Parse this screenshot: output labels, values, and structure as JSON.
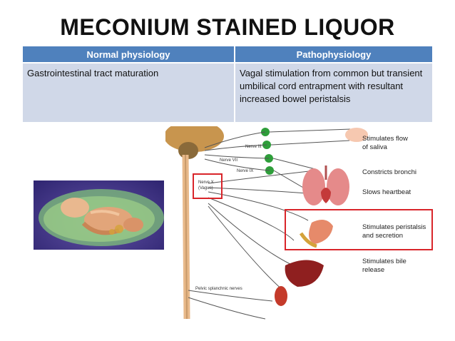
{
  "slide": {
    "title": "MECONIUM STAINED LIQUOR"
  },
  "table": {
    "headers": [
      "Normal physiology",
      "Pathophysiology"
    ],
    "rows": [
      [
        "Gastrointestinal tract maturation",
        "Vagal stimulation from common but transient umbilical cord entrapment with resultant increased bowel peristalsis"
      ]
    ]
  },
  "diagram": {
    "labels": {
      "saliva": [
        "Stimulates flow",
        "of saliva"
      ],
      "bronchi": "Constricts bronchi",
      "heart": "Slows heartbeat",
      "peristalsis": [
        "Stimulates peristalsis",
        "and secretion"
      ],
      "bile": [
        "Stimulates bile",
        "release"
      ]
    },
    "nerves": {
      "nerve3": "Nerve III",
      "nerve7": "Nerve VII",
      "nerve9": "Nerve IX",
      "vagus": [
        "Nerve X",
        "(Vagus)"
      ],
      "pelvic": "Pelvic splanchnic nerves"
    },
    "colors": {
      "highlight": "#d9252a",
      "ganglion": "#2e9e3a",
      "spine": "#e8b98a",
      "nerve_lines": "#555555"
    }
  }
}
